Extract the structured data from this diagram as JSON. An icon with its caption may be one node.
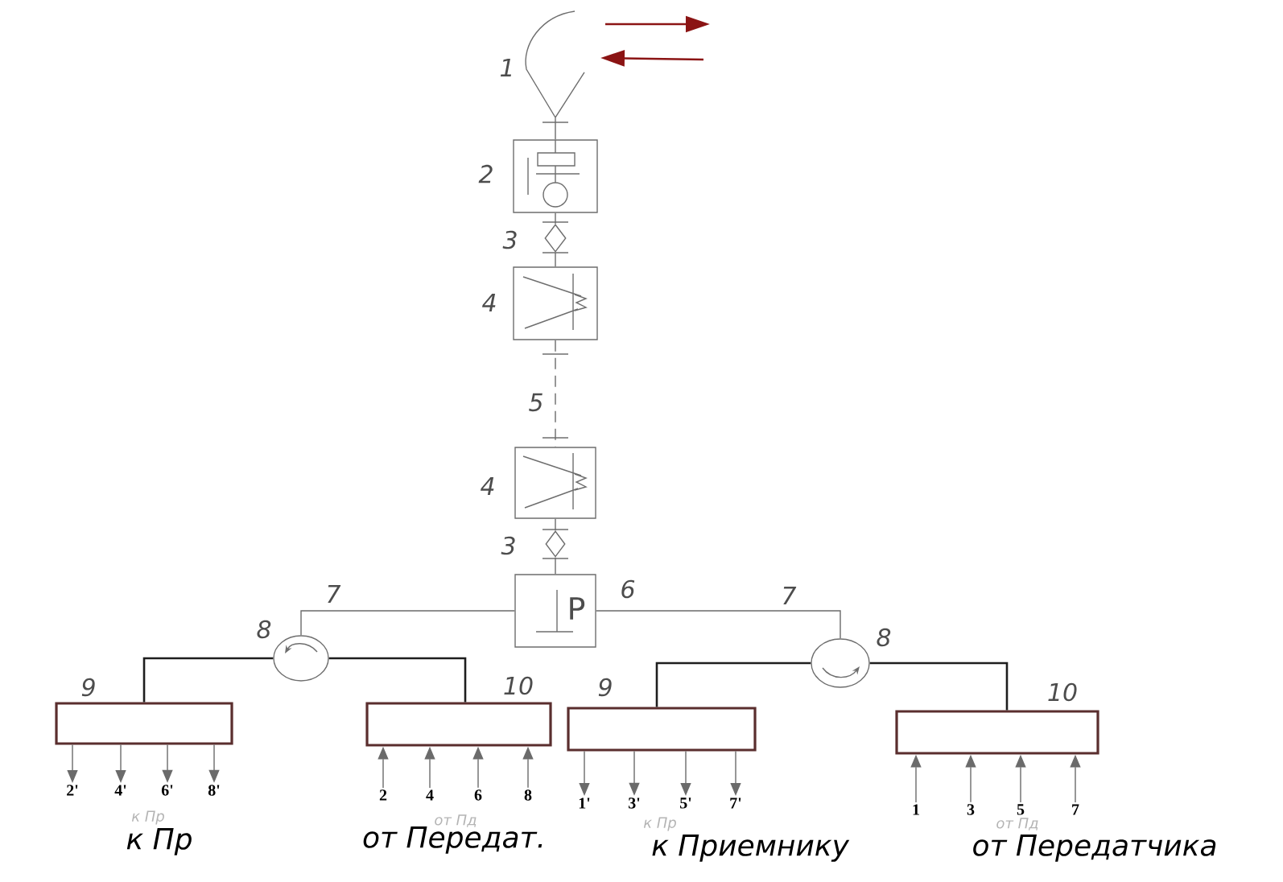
{
  "diagram": {
    "nodes": [
      {
        "text": [],
        "shape": "picture",
        "beside": [
          "1"
        ]
      },
      {
        "text": [],
        "shape": "box",
        "beside": [
          "2"
        ]
      },
      {
        "text": [],
        "shape": "diamond",
        "beside": [
          "3"
        ]
      },
      {
        "text": [],
        "shape": "box",
        "beside": [
          "4"
        ]
      },
      {
        "text": [],
        "shape": "box",
        "beside": [
          "4"
        ]
      },
      {
        "text": [],
        "shape": "diamond",
        "beside": [
          "3"
        ]
      },
      {
        "text": [
          "P"
        ],
        "beside": [
          "6"
        ]
      },
      {
        "text": [],
        "shape": "circle",
        "beside": [
          "8"
        ]
      },
      {
        "text": [],
        "shape": "circle",
        "beside": [
          "8"
        ]
      },
      {
        "text": [],
        "shape": "bar",
        "beside": [
          "9"
        ]
      },
      {
        "text": [],
        "shape": "bar",
        "beside": [
          "10"
        ]
      },
      {
        "text": [],
        "shape": "bar",
        "beside": [
          "9"
        ]
      },
      {
        "text": [],
        "shape": "bar",
        "beside": [
          "10"
        ]
      },
      {
        "text": [
          "2'"
        ]
      },
      {
        "text": [
          "4'"
        ]
      },
      {
        "text": [
          "6'"
        ]
      },
      {
        "text": [
          "8'"
        ]
      },
      {
        "text": [
          "2"
        ]
      },
      {
        "text": [
          "4"
        ]
      },
      {
        "text": [
          "6"
        ]
      },
      {
        "text": [
          "8"
        ]
      },
      {
        "text": [
          "1'"
        ]
      },
      {
        "text": [
          "3'"
        ]
      },
      {
        "text": [
          "5'"
        ]
      },
      {
        "text": [
          "7'"
        ]
      },
      {
        "text": [
          "1"
        ]
      },
      {
        "text": [
          "3"
        ]
      },
      {
        "text": [
          "5"
        ]
      },
      {
        "text": [
          "7"
        ]
      }
    ],
    "edges": [
      {
        "from": 0,
        "to": 1,
        "arrow": "none"
      },
      {
        "from": 1,
        "to": 2,
        "arrow": "none"
      },
      {
        "from": 2,
        "to": 3,
        "arrow": "none"
      },
      {
        "from": 3,
        "to": 4,
        "arrow": "none",
        "label": "5",
        "style": "dashed"
      },
      {
        "from": 4,
        "to": 5,
        "arrow": "none"
      },
      {
        "from": 5,
        "to": 6,
        "arrow": "none"
      },
      {
        "from": 6,
        "to": 7,
        "arrow": "none",
        "label": "7"
      },
      {
        "from": 6,
        "to": 8,
        "arrow": "none",
        "label": "7"
      },
      {
        "from": 7,
        "to": 9,
        "arrow": "none",
        "color": "#1e1e1e"
      },
      {
        "from": 7,
        "to": 10,
        "arrow": "none",
        "color": "#1e1e1e"
      },
      {
        "from": 8,
        "to": 11,
        "arrow": "none",
        "color": "#1e1e1e"
      },
      {
        "from": 8,
        "to": 12,
        "arrow": "none",
        "color": "#1e1e1e"
      },
      {
        "from": 9,
        "to": 13,
        "arrow": "to"
      },
      {
        "from": 9,
        "to": 14,
        "arrow": "to"
      },
      {
        "from": 9,
        "to": 15,
        "arrow": "to"
      },
      {
        "from": 9,
        "to": 16,
        "arrow": "to"
      },
      {
        "from": 17,
        "to": 10,
        "arrow": "to"
      },
      {
        "from": 18,
        "to": 10,
        "arrow": "to"
      },
      {
        "from": 19,
        "to": 10,
        "arrow": "to"
      },
      {
        "from": 20,
        "to": 10,
        "arrow": "to"
      },
      {
        "from": 11,
        "to": 21,
        "arrow": "to"
      },
      {
        "from": 11,
        "to": 22,
        "arrow": "to"
      },
      {
        "from": 11,
        "to": 23,
        "arrow": "to"
      },
      {
        "from": 11,
        "to": 24,
        "arrow": "to"
      },
      {
        "from": 25,
        "to": 12,
        "arrow": "to"
      },
      {
        "from": 26,
        "to": 12,
        "arrow": "to"
      },
      {
        "from": 27,
        "to": 12,
        "arrow": "to"
      },
      {
        "from": 28,
        "to": 12,
        "arrow": "to"
      }
    ],
    "labels": [
      "к Пр",
      "от Пд",
      "к Пр",
      "от Пд",
      "к Пр",
      "от Передат.",
      "к Приемнику",
      "от Передатчика"
    ]
  }
}
